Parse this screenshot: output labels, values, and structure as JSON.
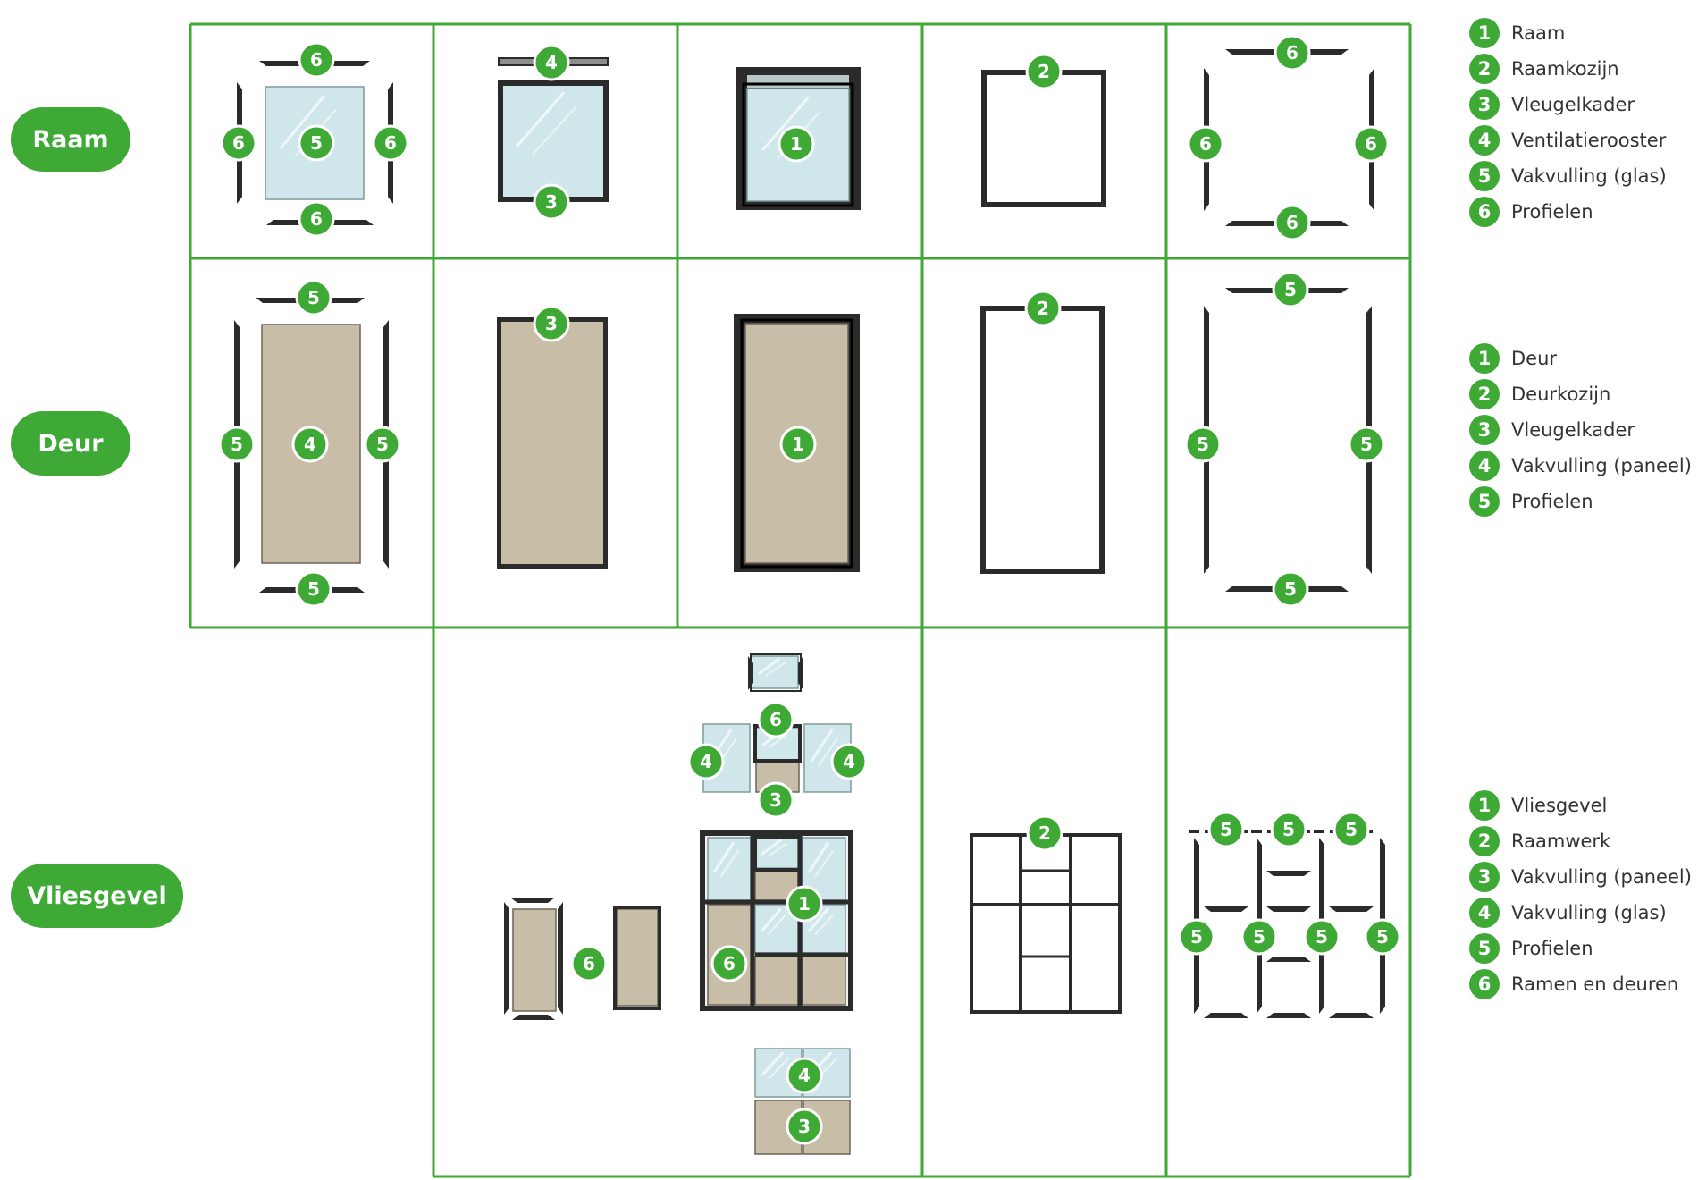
{
  "rows": [
    {
      "label": "Raam"
    },
    {
      "label": "Deur"
    },
    {
      "label": "Vliesgevel"
    }
  ],
  "legends": [
    {
      "items": [
        {
          "num": "1",
          "label": "Raam"
        },
        {
          "num": "2",
          "label": "Raamkozijn"
        },
        {
          "num": "3",
          "label": "Vleugelkader"
        },
        {
          "num": "4",
          "label": "Ventilatierooster"
        },
        {
          "num": "5",
          "label": "Vakvulling (glas)"
        },
        {
          "num": "6",
          "label": "Profielen"
        }
      ]
    },
    {
      "items": [
        {
          "num": "1",
          "label": "Deur"
        },
        {
          "num": "2",
          "label": "Deurkozijn"
        },
        {
          "num": "3",
          "label": "Vleugelkader"
        },
        {
          "num": "4",
          "label": "Vakvulling (paneel)"
        },
        {
          "num": "5",
          "label": "Profielen"
        }
      ]
    },
    {
      "items": [
        {
          "num": "1",
          "label": "Vliesgevel"
        },
        {
          "num": "2",
          "label": "Raamwerk"
        },
        {
          "num": "3",
          "label": "Vakvulling (paneel)"
        },
        {
          "num": "4",
          "label": "Vakvulling (glas)"
        },
        {
          "num": "5",
          "label": "Profielen"
        },
        {
          "num": "6",
          "label": "Ramen en deuren"
        }
      ]
    }
  ],
  "colors": {
    "accent": "#3eaa35",
    "frame": "#2b2b2b",
    "glass": "#cfe7ea",
    "panel": "#c8bea8"
  }
}
